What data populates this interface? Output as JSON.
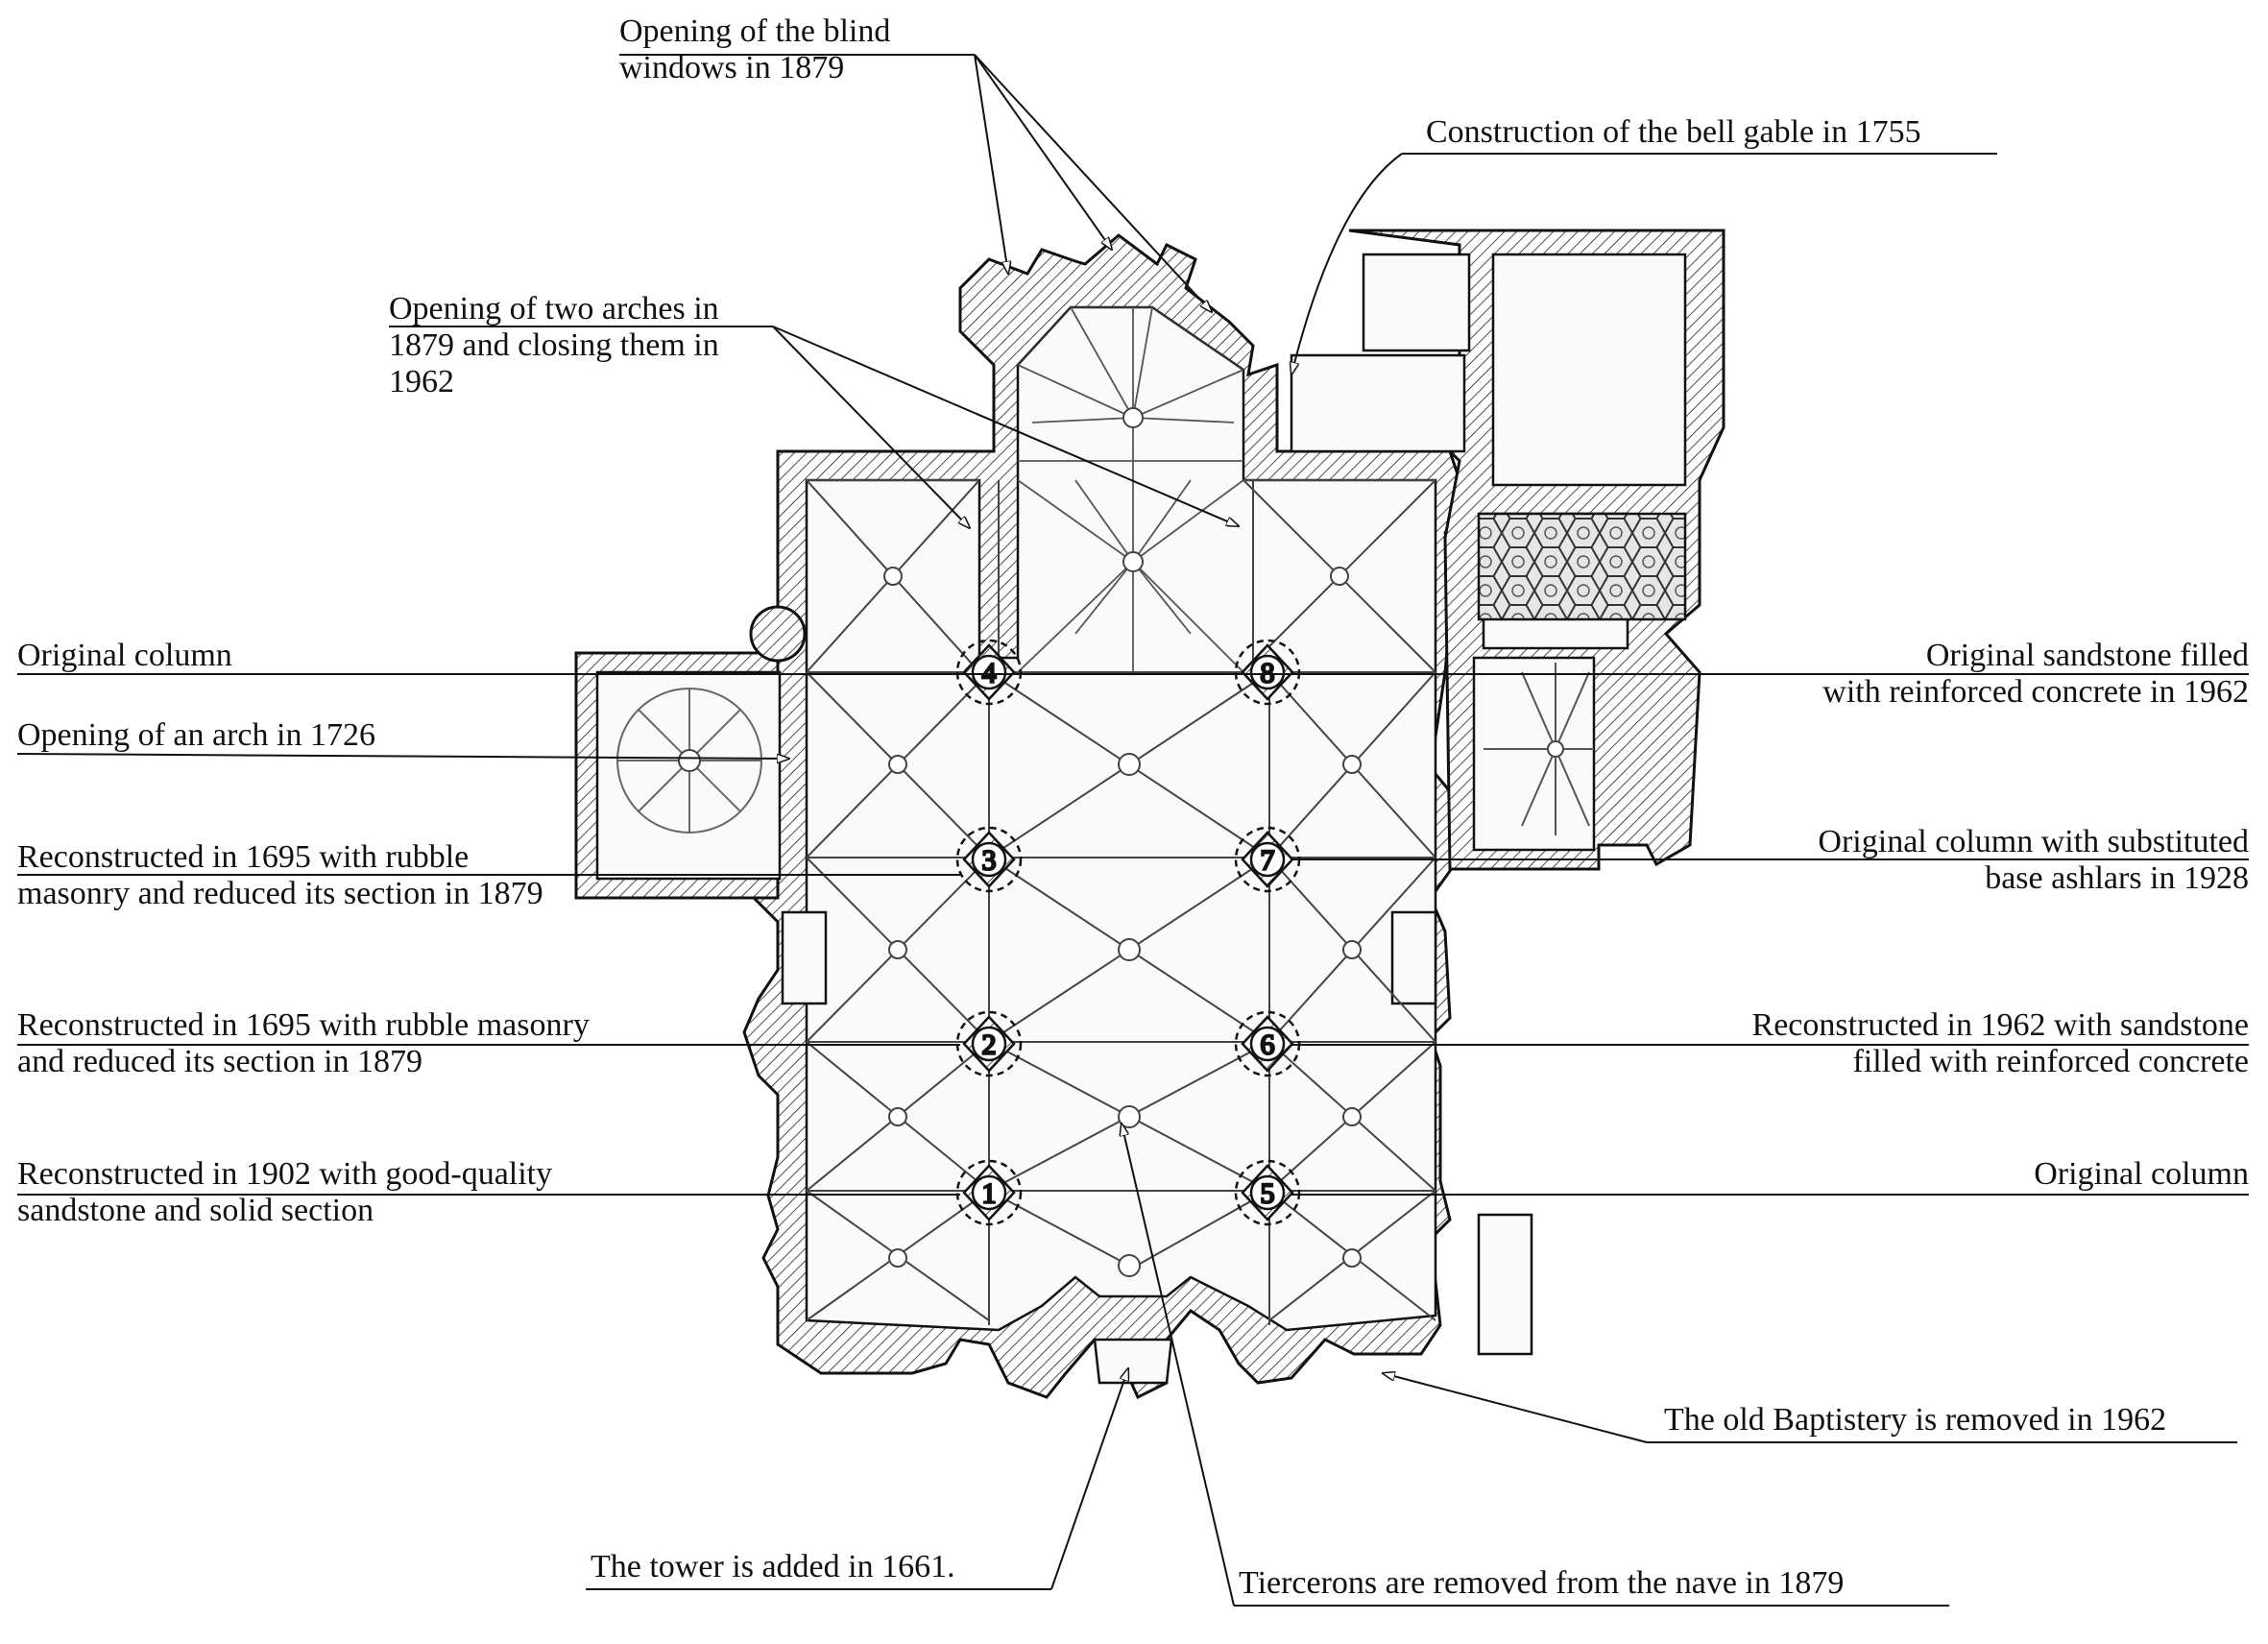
{
  "annotations": {
    "blind_windows": "Opening of the blind\nwindows in 1879",
    "bell_gable": "Construction of the bell gable in 1755",
    "two_arches": "Opening of two arches in\n1879 and closing them in\n1962",
    "col4_original": "Original column",
    "arch_1726": "Opening of an arch in 1726",
    "col3": "Reconstructed in 1695 with rubble\nmasonry and reduced its section in 1879",
    "col2": "Reconstructed in 1695 with rubble masonry\nand reduced its section in 1879",
    "col1": "Reconstructed in 1902 with good-quality\nsandstone and solid section",
    "col8": "Original sandstone filled\nwith reinforced concrete in 1962",
    "col7": "Original column with substituted\nbase ashlars in 1928",
    "col6": "Reconstructed in 1962 with sandstone\nfilled with reinforced concrete",
    "col5_original": "Original column",
    "baptistery": "The old Baptistery is removed in 1962",
    "tower": "The tower is added in 1661.",
    "tiercerons": "Tiercerons are removed from the nave in 1879"
  },
  "columns": [
    "1",
    "2",
    "3",
    "4",
    "5",
    "6",
    "7",
    "8"
  ]
}
